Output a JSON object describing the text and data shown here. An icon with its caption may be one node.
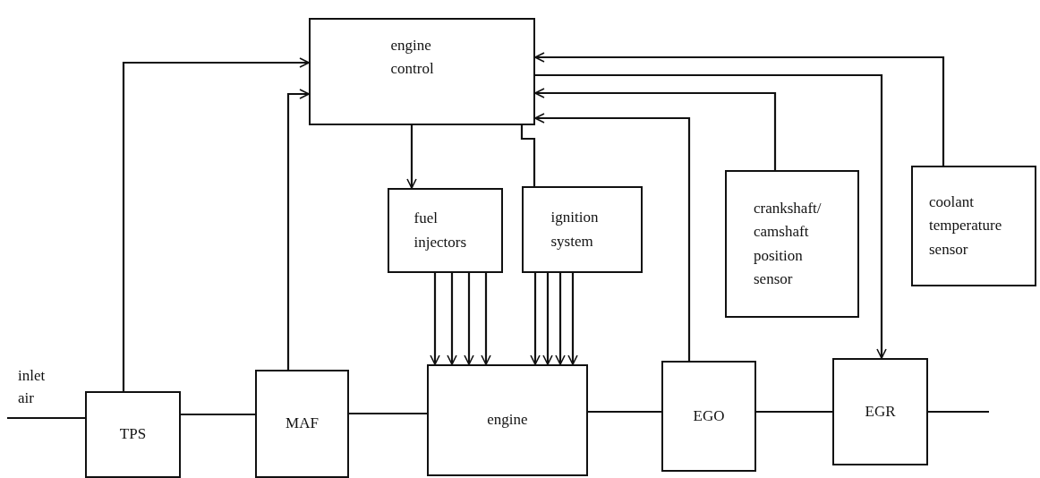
{
  "diagram": {
    "nodes": [
      {
        "text": [
          "engine control"
        ]
      },
      {
        "text": [
          "fuel injectors"
        ]
      },
      {
        "text": [
          "ignition system"
        ]
      },
      {
        "text": [
          "crankshaft/ camshaft position sensor"
        ]
      },
      {
        "text": [
          "coolant temperature sensor"
        ]
      },
      {
        "text": [
          "TPS"
        ]
      },
      {
        "text": [
          "MAF"
        ]
      },
      {
        "text": [
          "engine"
        ]
      },
      {
        "text": [
          "EGO"
        ]
      },
      {
        "text": [
          "EGR"
        ]
      }
    ],
    "edges": [
      {
        "from": 5,
        "to": 0,
        "arrow": "to"
      },
      {
        "from": 6,
        "to": 0,
        "arrow": "to"
      },
      {
        "from": 0,
        "to": 1,
        "arrow": "to"
      },
      {
        "from": 0,
        "to": 2,
        "arrow": "none"
      },
      {
        "from": 1,
        "to": 7,
        "arrow": "to"
      },
      {
        "from": 1,
        "to": 7,
        "arrow": "to"
      },
      {
        "from": 1,
        "to": 7,
        "arrow": "to"
      },
      {
        "from": 1,
        "to": 7,
        "arrow": "to"
      },
      {
        "from": 2,
        "to": 7,
        "arrow": "to"
      },
      {
        "from": 2,
        "to": 7,
        "arrow": "to"
      },
      {
        "from": 2,
        "to": 7,
        "arrow": "to"
      },
      {
        "from": 2,
        "to": 7,
        "arrow": "to"
      },
      {
        "from": 8,
        "to": 0,
        "arrow": "to"
      },
      {
        "from": 3,
        "to": 0,
        "arrow": "to"
      },
      {
        "from": 4,
        "to": 0,
        "arrow": "to"
      },
      {
        "from": 0,
        "to": 9,
        "arrow": "to"
      },
      {
        "from": null,
        "to": 5,
        "arrow": "none"
      },
      {
        "from": 5,
        "to": 6,
        "arrow": "none"
      },
      {
        "from": 6,
        "to": 7,
        "arrow": "none"
      },
      {
        "from": 7,
        "to": 8,
        "arrow": "none"
      },
      {
        "from": 8,
        "to": 9,
        "arrow": "none"
      },
      {
        "from": 9,
        "to": null,
        "arrow": "none"
      }
    ],
    "labels": [
      "inlet air"
    ]
  }
}
